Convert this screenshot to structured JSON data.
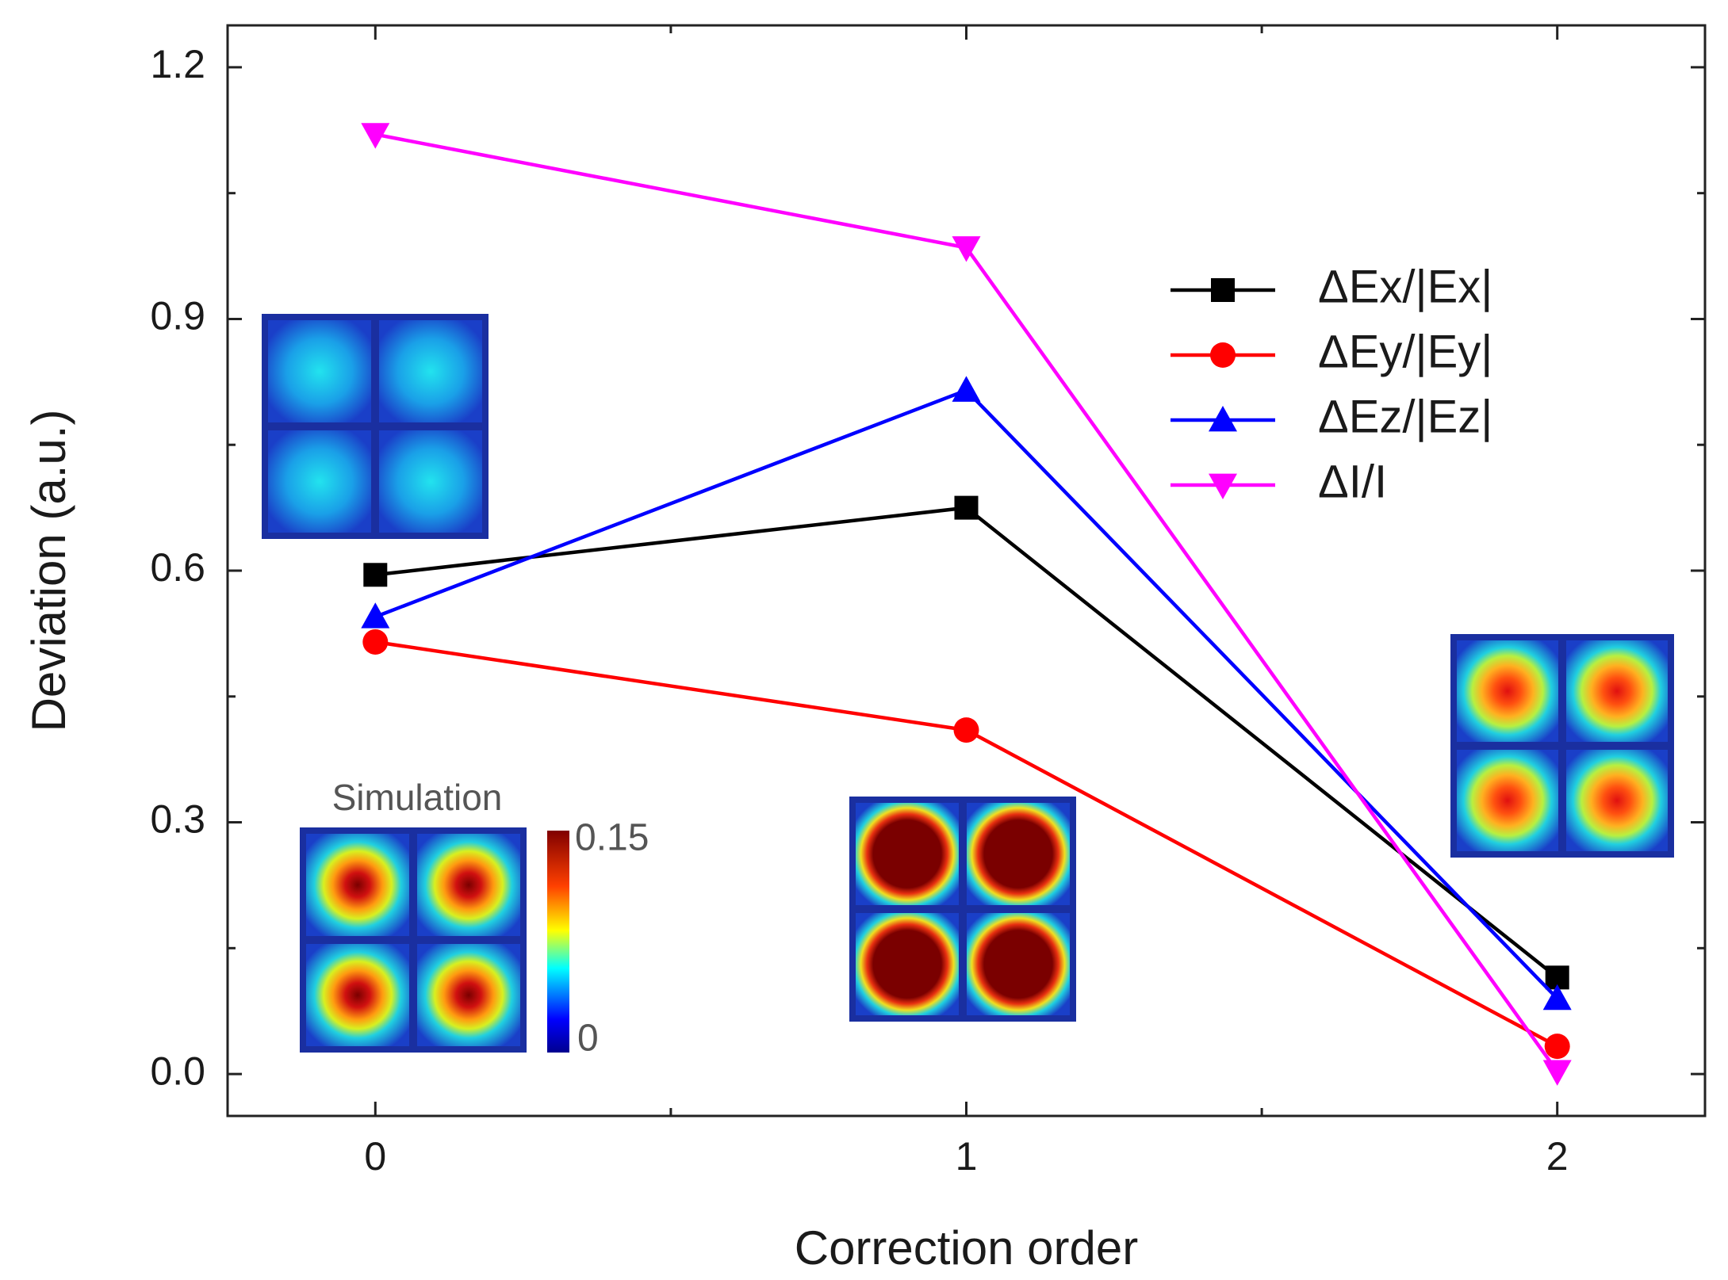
{
  "chart_data": {
    "type": "line",
    "xlabel": "Correction order",
    "ylabel": "Deviation (a.u.)",
    "x": [
      0,
      1,
      2
    ],
    "xticks": [
      "0",
      "1",
      "2"
    ],
    "xlim": [
      -0.25,
      2.25
    ],
    "ylim": [
      -0.05,
      1.25
    ],
    "yticks": [
      "0.0",
      "0.3",
      "0.6",
      "0.9",
      "1.2"
    ],
    "legend_position": "upper-right",
    "grid": false,
    "series": [
      {
        "name": "ΔEx/|Ex|",
        "values": [
          0.595,
          0.675,
          0.115
        ],
        "color": "#000000",
        "marker": "square"
      },
      {
        "name": "ΔEy/|Ey|",
        "values": [
          0.515,
          0.41,
          0.033
        ],
        "color": "#ff0000",
        "marker": "circle"
      },
      {
        "name": "ΔEz/|Ez|",
        "values": [
          0.545,
          0.815,
          0.09
        ],
        "color": "#0000ff",
        "marker": "triangle-up"
      },
      {
        "name": "ΔI/I",
        "values": [
          1.12,
          0.985,
          0.003
        ],
        "color": "#ff00ff",
        "marker": "triangle-down"
      }
    ],
    "insets": [
      {
        "caption": "",
        "intensity": 0.35
      },
      {
        "caption": "Simulation",
        "intensity": 1.0
      },
      {
        "caption": "",
        "intensity": 1.6
      },
      {
        "caption": "",
        "intensity": 0.95
      }
    ],
    "colorbar": {
      "max_label": "0.15",
      "min_label": "0"
    }
  }
}
